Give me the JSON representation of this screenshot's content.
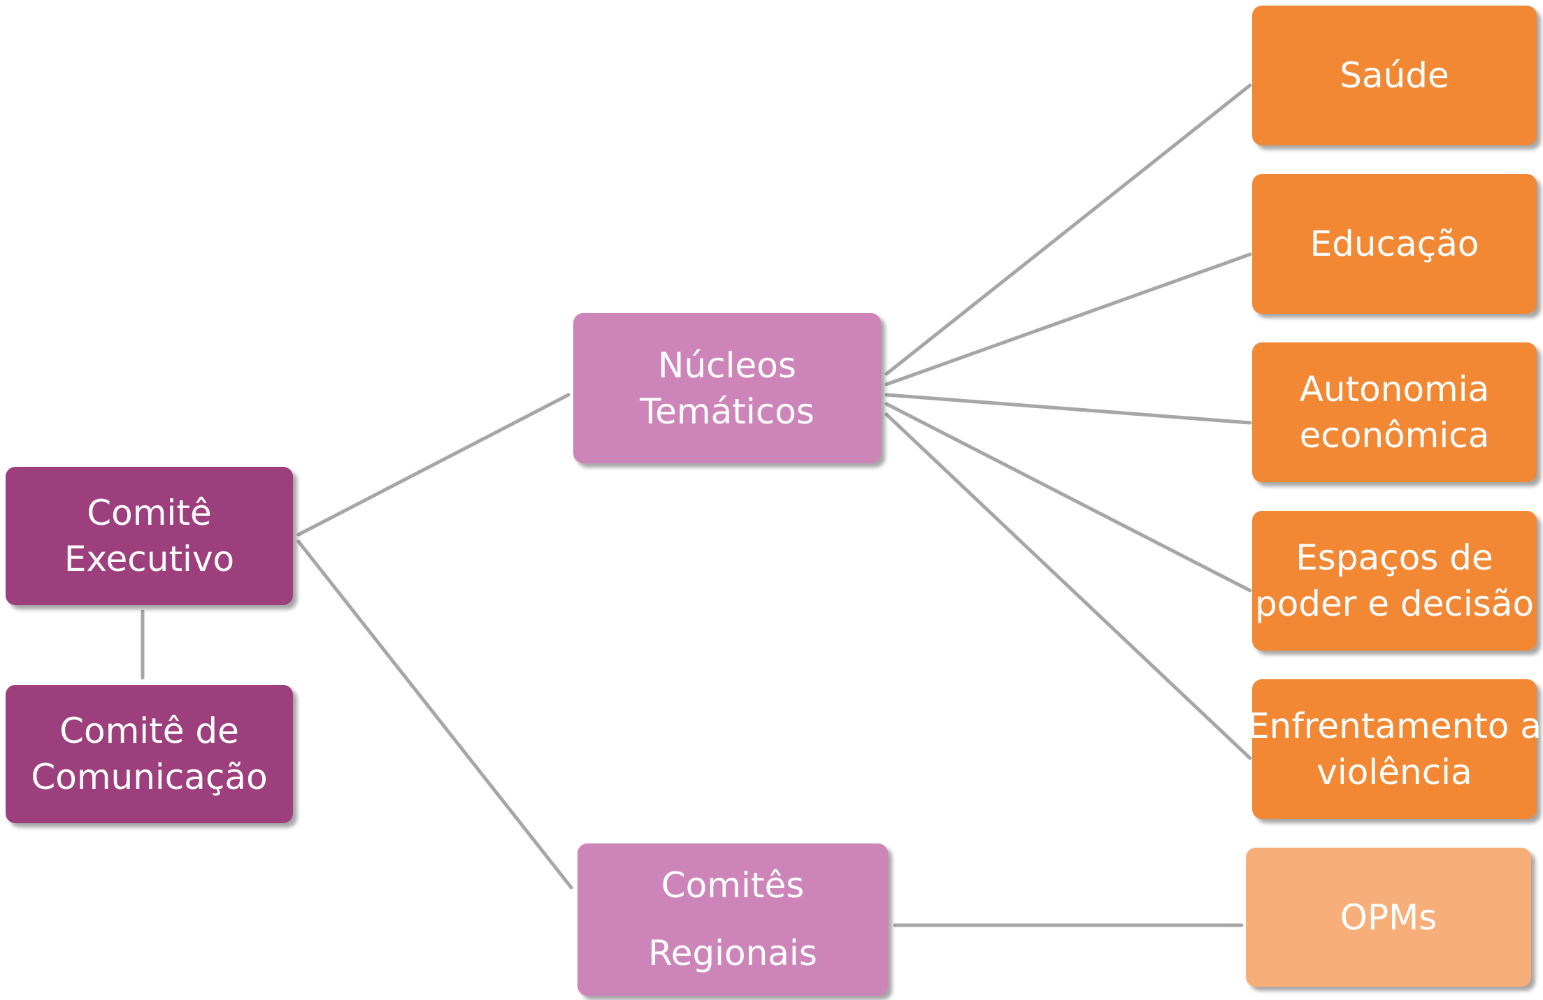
{
  "colors": {
    "executive": "#9c3f7c",
    "middle": "#cd84b9",
    "theme": "#f28834",
    "opm": "#f7ae78",
    "connector": "#a6a6a6",
    "text": "#ffffff"
  },
  "nodes": {
    "comite_executivo": [
      "Comitê",
      "Executivo"
    ],
    "comite_comunicacao": [
      "Comitê de",
      "Comunicação"
    ],
    "nucleos_tematicos": [
      "Núcleos",
      "Temáticos"
    ],
    "comites_regionais": [
      "Comitês",
      "Regionais"
    ],
    "saude": [
      "Saúde"
    ],
    "educacao": [
      "Educação"
    ],
    "autonomia": [
      "Autonomia",
      "econômica"
    ],
    "espacos": [
      "Espaços de",
      "poder e decisão"
    ],
    "enfrentamento": [
      "Enfrentamento a",
      "violência"
    ],
    "opms": [
      "OPMs"
    ]
  },
  "edges": [
    [
      "comite_executivo",
      "comite_comunicacao"
    ],
    [
      "comite_executivo",
      "nucleos_tematicos"
    ],
    [
      "comite_executivo",
      "comites_regionais"
    ],
    [
      "nucleos_tematicos",
      "saude"
    ],
    [
      "nucleos_tematicos",
      "educacao"
    ],
    [
      "nucleos_tematicos",
      "autonomia"
    ],
    [
      "nucleos_tematicos",
      "espacos"
    ],
    [
      "nucleos_tematicos",
      "enfrentamento"
    ],
    [
      "comites_regionais",
      "opms"
    ]
  ]
}
